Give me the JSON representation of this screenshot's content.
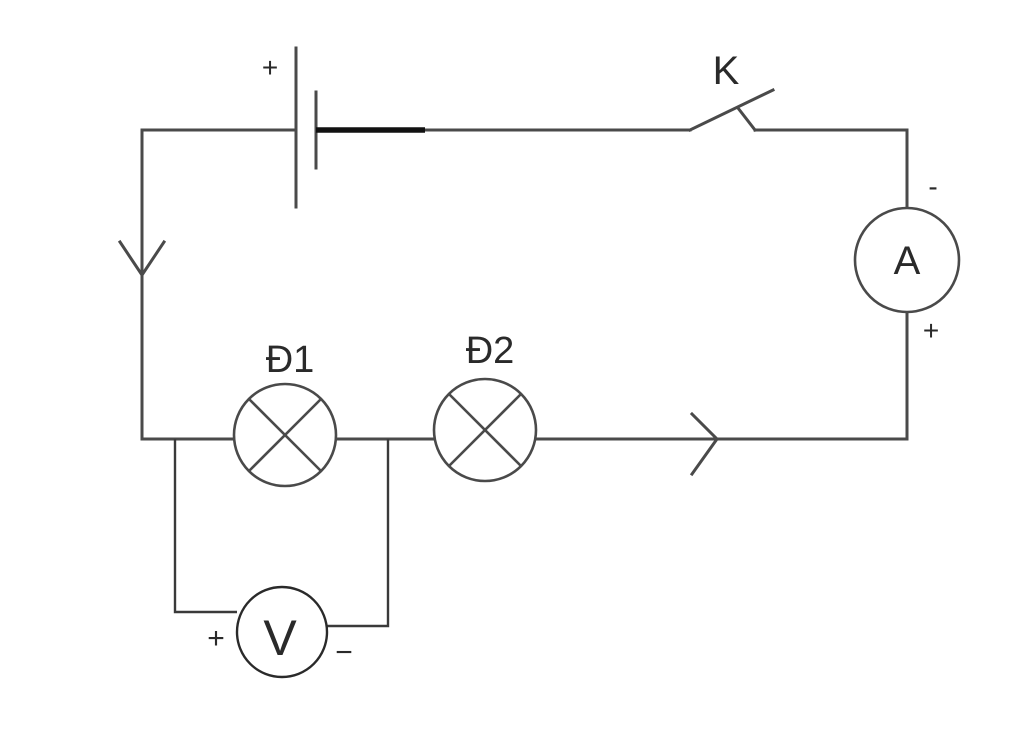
{
  "components": {
    "battery": {
      "plus_sign": "+"
    },
    "switch": {
      "label": "K"
    },
    "ammeter": {
      "symbol": "A",
      "minus_sign": "-",
      "plus_sign": "+"
    },
    "lamp1": {
      "label": "Đ1"
    },
    "lamp2": {
      "label": "Đ2"
    },
    "voltmeter": {
      "symbol": "V",
      "plus_sign": "+",
      "minus_sign": "−"
    }
  },
  "colors": {
    "wire": "#4a4a4a",
    "battery_negative_plate": "#111111",
    "text": "#2a2a2a",
    "background": "#ffffff"
  }
}
